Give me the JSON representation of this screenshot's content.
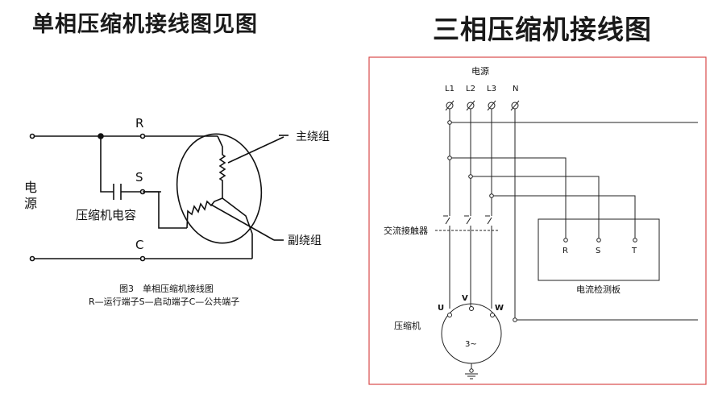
{
  "titles": {
    "left": "单相压缩机接线图见图",
    "right": "三相压缩机接线图"
  },
  "single_phase": {
    "power_label": [
      "电",
      "源"
    ],
    "terminal_r": "R",
    "terminal_s": "S",
    "terminal_c": "C",
    "capacitor_label": "压缩机电容",
    "main_winding": "主绕组",
    "aux_winding": "副绕组",
    "caption_line1": "图3　单相压缩机接线图",
    "caption_line2": "R—运行端子S—启动端子C—公共端子"
  },
  "three_phase": {
    "power_label": "电源",
    "phases": [
      "L1",
      "L2",
      "L3",
      "N"
    ],
    "contactor_label": "交流接触器",
    "compressor_label": "压缩机",
    "motor_terminals": [
      "U",
      "V",
      "W"
    ],
    "motor_label": "3~",
    "board_terminals": [
      "R",
      "S",
      "T"
    ],
    "board_label": "电流检测板",
    "border_color": "#d94a4a"
  }
}
